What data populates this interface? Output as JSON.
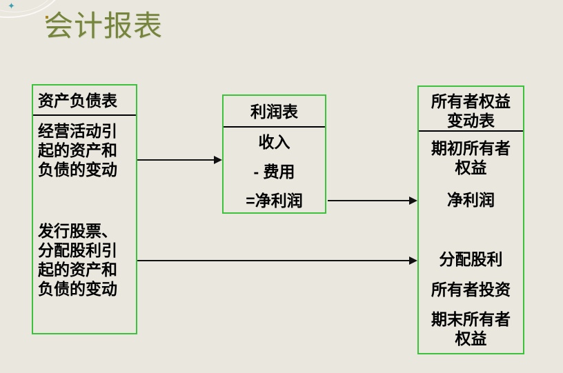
{
  "title": "会计报表",
  "boxes": {
    "balance_sheet": {
      "header": "资产负债表",
      "operating_text": "经营活动引起的资产和负债的变动",
      "financing_text": "发行股票、分配股利引起的资产和负债的变动"
    },
    "income_statement": {
      "header": "利润表",
      "rows": [
        "收入",
        "- 费用",
        "=净利润"
      ]
    },
    "equity_statement": {
      "header": "所有者权益变动表",
      "items": [
        "期初所有者权益",
        "净利润",
        "分配股利",
        "所有者投资",
        "期末所有者权益"
      ]
    }
  },
  "arrows": [
    {
      "from": "balance_sheet_operating",
      "to": "income_statement"
    },
    {
      "from": "income_statement_net_profit",
      "to": "equity_statement_net_profit"
    },
    {
      "from": "balance_sheet_financing",
      "to": "equity_statement_dividends"
    }
  ],
  "decorations": {
    "sparkle_glyph": "✦"
  },
  "colors": {
    "background": "#eae7de",
    "box_border": "#3cc13c",
    "title": "#75853c",
    "text": "#000000",
    "arrow": "#111111",
    "sparkle": "#3d9fb0",
    "gold_dot": "#a8891f"
  }
}
